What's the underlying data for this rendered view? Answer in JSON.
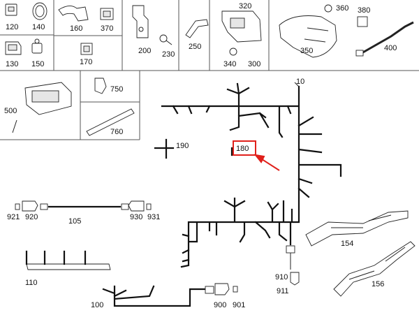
{
  "parts": {
    "p10": "10",
    "p100": "100",
    "p105": "105",
    "p110": "110",
    "p120": "120",
    "p130": "130",
    "p140": "140",
    "p150": "150",
    "p154": "154",
    "p156": "156",
    "p160": "160",
    "p170": "170",
    "p180": "180",
    "p190": "190",
    "p200": "200",
    "p230": "230",
    "p250": "250",
    "p300": "300",
    "p320": "320",
    "p340": "340",
    "p350": "350",
    "p360": "360",
    "p370": "370",
    "p380": "380",
    "p400": "400",
    "p500": "500",
    "p750": "750",
    "p760": "760",
    "p900": "900",
    "p901": "901",
    "p910": "910",
    "p911": "911",
    "p920": "920",
    "p921": "921",
    "p930": "930",
    "p931": "931"
  },
  "highlight": {
    "part": "180",
    "color": "#e0201b"
  },
  "icons": [
    "connector-icon",
    "bracket-icon",
    "clip-icon",
    "bolt-icon",
    "control-unit-icon",
    "wiring-harness-icon"
  ]
}
